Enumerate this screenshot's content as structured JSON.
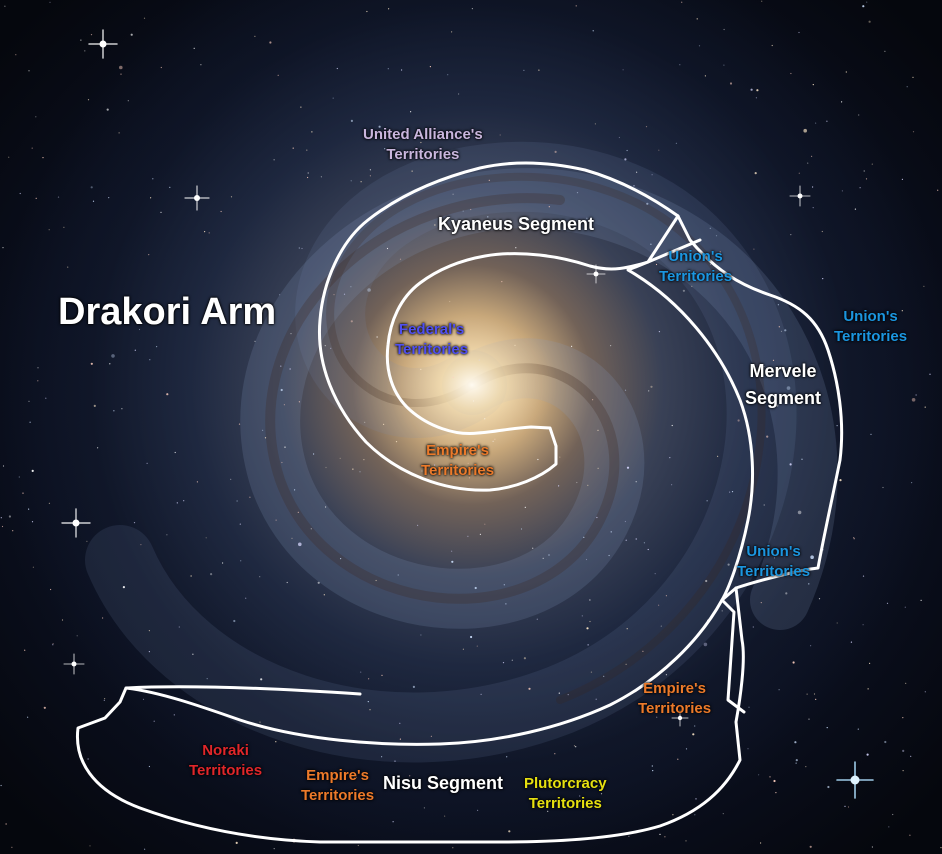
{
  "map": {
    "arm_name": "Drakori Arm",
    "colors": {
      "white": "#ffffff",
      "united_alliance": "#c9b6dd",
      "union": "#1b96e0",
      "federal": "#4f4ff0",
      "empire": "#ec7a2a",
      "noraki": "#e0262a",
      "plutocracy": "#e6e010",
      "border": "#ffffff"
    },
    "segments": {
      "kyaneus": "Kyaneus Segment",
      "mervele": [
        "Mervele",
        "Segment"
      ],
      "nisu": "Nisu Segment"
    },
    "territories": {
      "united_alliance": [
        "United Alliance's",
        "Territories"
      ],
      "union_inner": [
        "Union's",
        "Territories"
      ],
      "union_outer": [
        "Union's",
        "Territories"
      ],
      "union_lower": [
        "Union's",
        "Territories"
      ],
      "federal": [
        "Federal's",
        "Territories"
      ],
      "empire_core": [
        "Empire's",
        "Territories"
      ],
      "empire_east": [
        "Empire's",
        "Territories"
      ],
      "empire_south": [
        "Empire's",
        "Territories"
      ],
      "noraki": [
        "Noraki",
        "Territories"
      ],
      "plutocracy": [
        "Plutorcracy",
        "Territories"
      ]
    }
  }
}
